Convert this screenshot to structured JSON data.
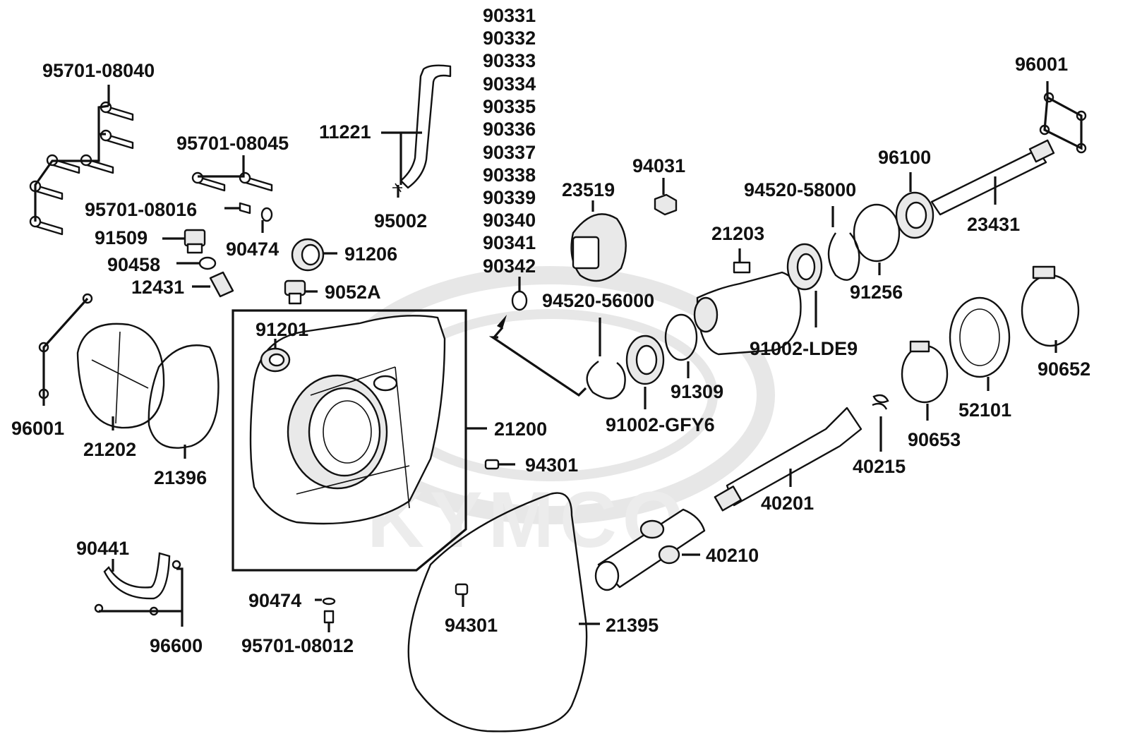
{
  "watermark": {
    "brand": "KYMCO"
  },
  "labels": {
    "p95701_08040": "95701-08040",
    "p95701_08045": "95701-08045",
    "p11221": "11221",
    "p95002": "95002",
    "p95701_08016": "95701-08016",
    "p91509": "91509",
    "p90474a": "90474",
    "p91206": "91206",
    "p90458": "90458",
    "p12431": "12431",
    "p9052a": "9052A",
    "p91201": "91201",
    "p21200": "21200",
    "p94301a": "94301",
    "p96001a": "96001",
    "p21202": "21202",
    "p21396": "21396",
    "p90441": "90441",
    "p96600": "96600",
    "p90474b": "90474",
    "p95701_08012": "95701-08012",
    "p94301b": "94301",
    "p21395": "21395",
    "p23519": "23519",
    "p94031": "94031",
    "p94520_56000": "94520-56000",
    "p91002_gfy6": "91002-GFY6",
    "p91309": "91309",
    "p21203": "21203",
    "p91002_lde9": "91002-LDE9",
    "p94520_58000": "94520-58000",
    "p91256": "91256",
    "p96100": "96100",
    "p23431": "23431",
    "p96001b": "96001",
    "p90652": "90652",
    "p52101": "52101",
    "p90653": "90653",
    "p40215": "40215",
    "p40201": "40201",
    "p40210": "40210"
  },
  "label_stack": [
    "90331",
    "90332",
    "90333",
    "90334",
    "90335",
    "90336",
    "90337",
    "90338",
    "90339",
    "90340",
    "90341",
    "90342"
  ]
}
